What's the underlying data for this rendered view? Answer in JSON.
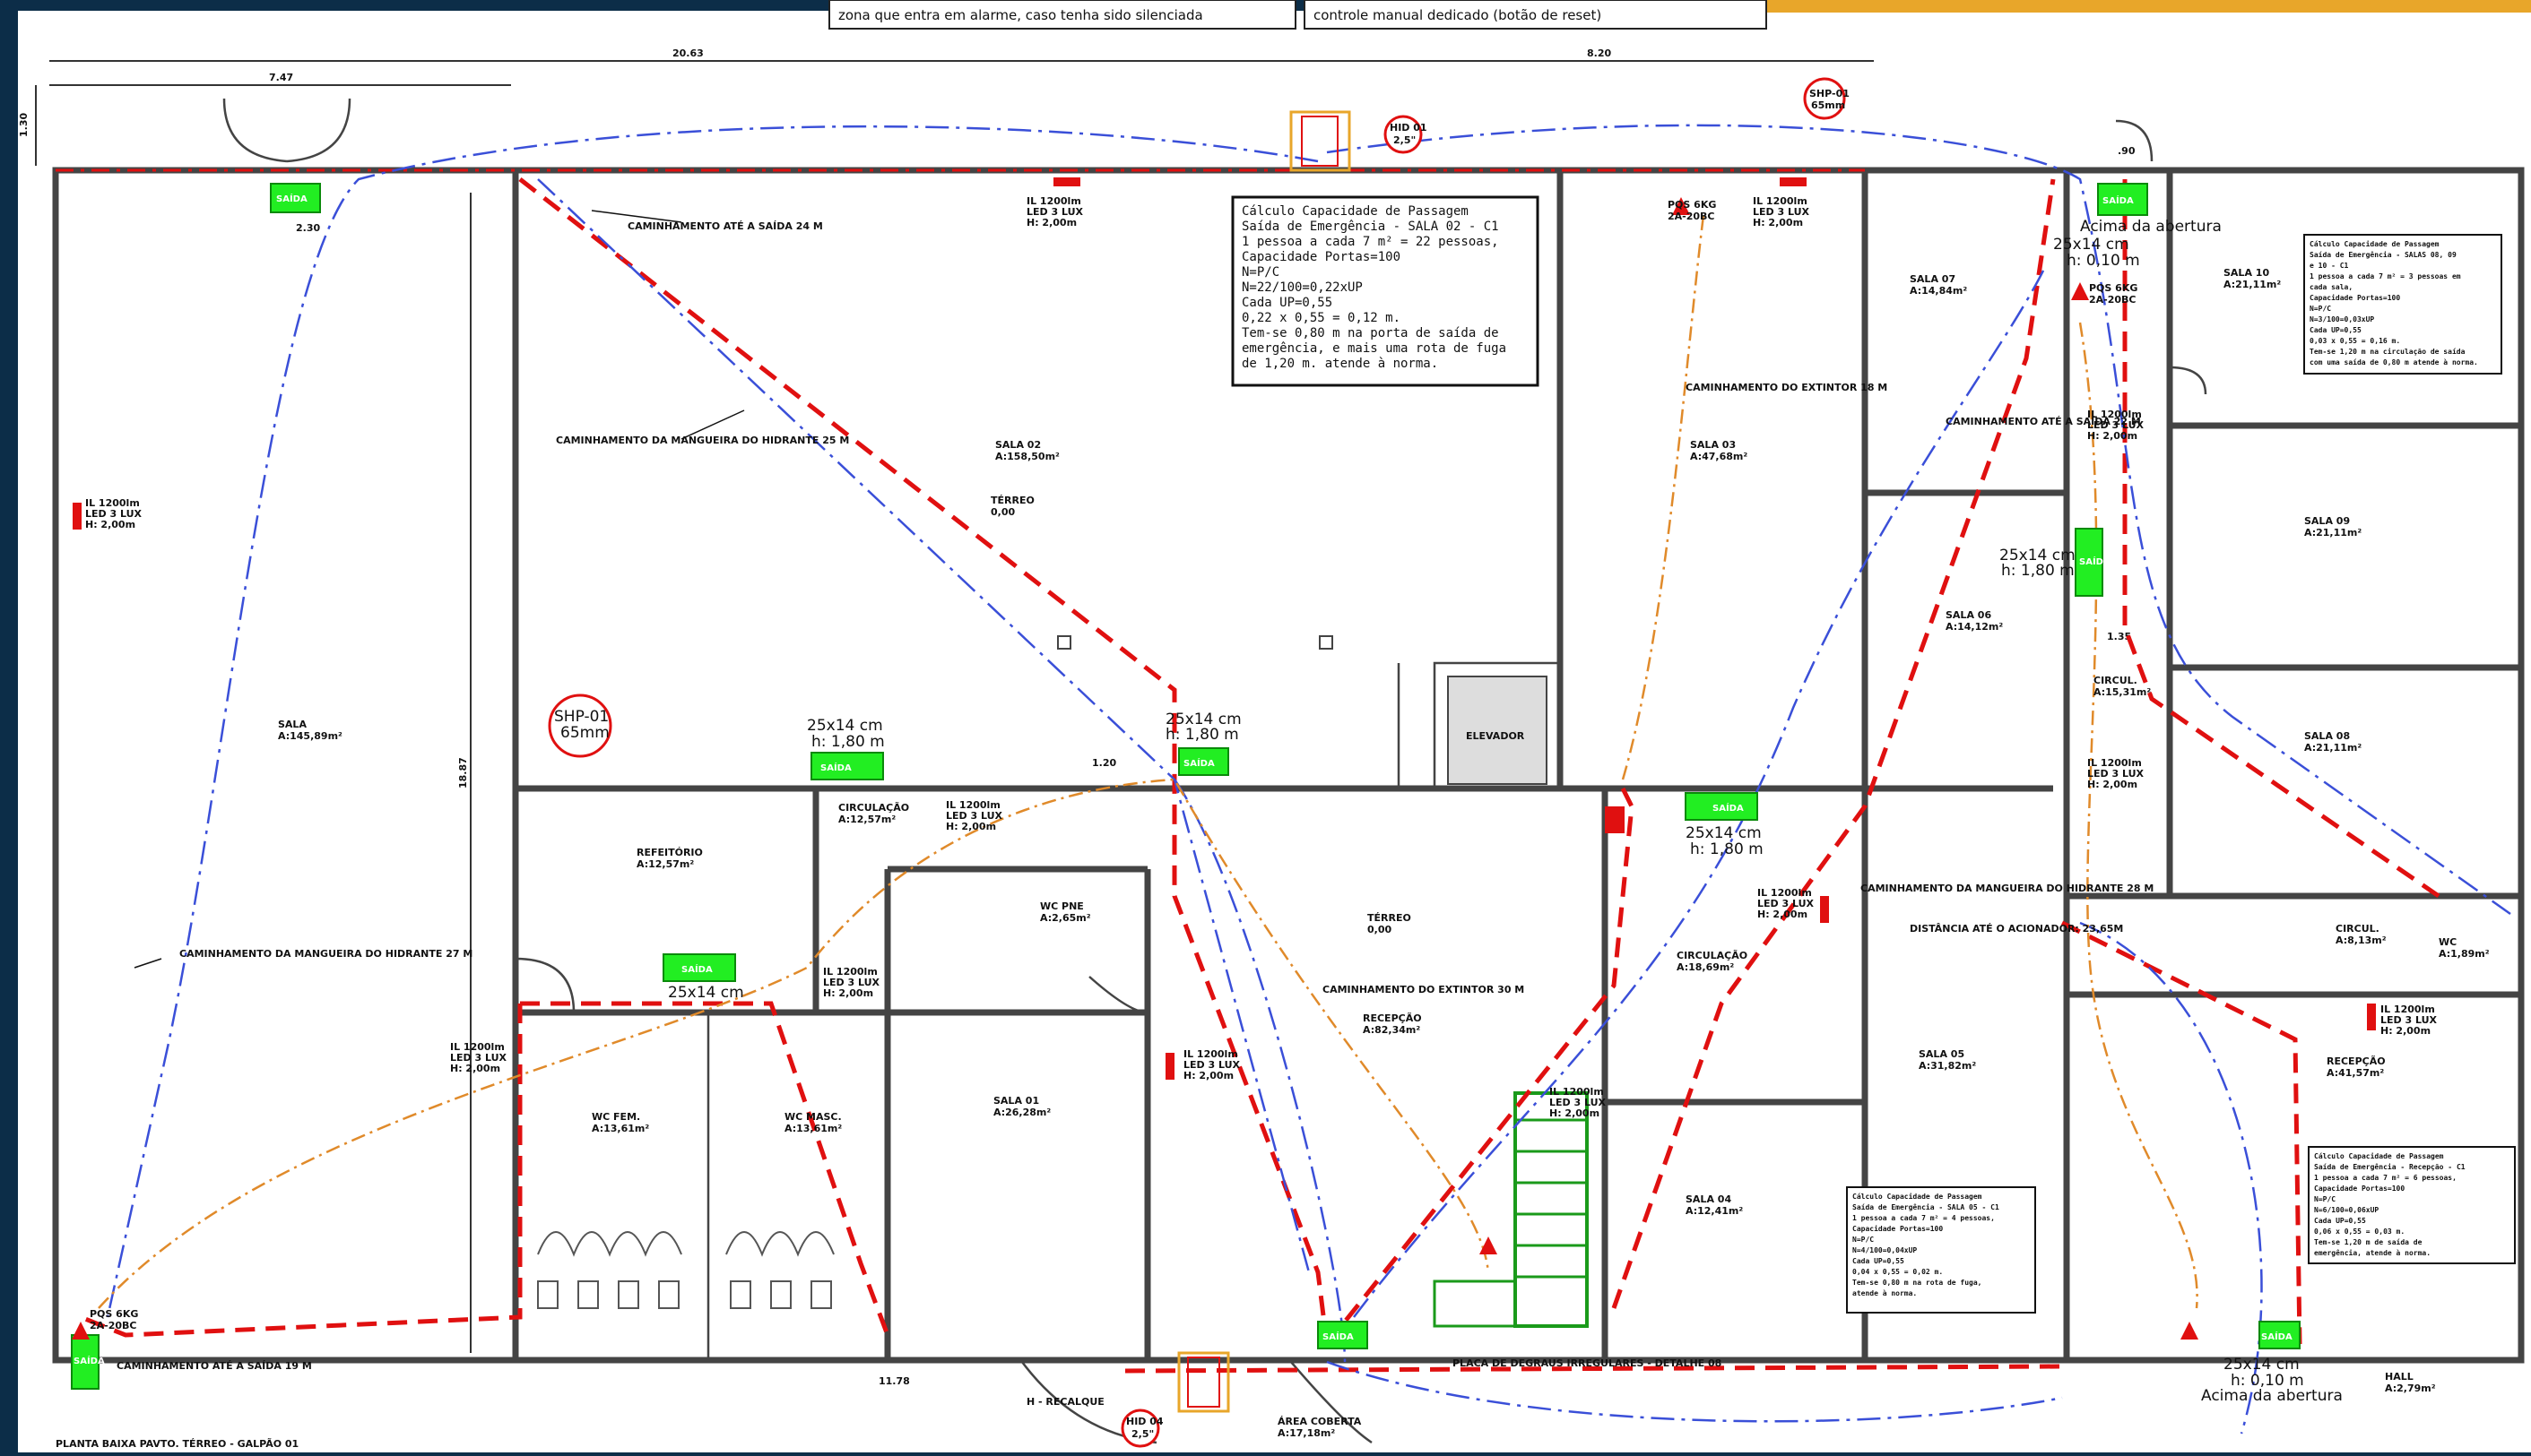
{
  "header": {
    "note_left": "zona que entra em alarme, caso tenha sido silenciada",
    "note_right": "controle manual dedicado (botão de reset)"
  },
  "dimensions": {
    "d1": "7.47",
    "d2": "20.63",
    "d3": "8.20",
    "d4": "1.30",
    "d5": "11.78",
    "d6": "18.87",
    "d7": "2.30",
    "d8": "1.20",
    "d9": ".90",
    "d10": "1.35"
  },
  "rooms": [
    {
      "name": "SALA",
      "area": "A:145,89m²"
    },
    {
      "name": "SALA 02",
      "area": "A:158,50m²"
    },
    {
      "name": "REFEITÓRIO",
      "area": "A:12,57m²"
    },
    {
      "name": "CIRCULAÇÃO",
      "area": "A:12,57m²"
    },
    {
      "name": "WC PNE",
      "area": "A:2,65m²"
    },
    {
      "name": "WC FEM.",
      "area": "A:13,61m²"
    },
    {
      "name": "WC MASC.",
      "area": "A:13,61m²"
    },
    {
      "name": "SALA 01",
      "area": "A:26,28m²"
    },
    {
      "name": "RECEPÇÃO",
      "area": "A:82,34m²"
    },
    {
      "name": "ELEVADOR",
      "area": ""
    },
    {
      "name": "SALA 03",
      "area": "A:47,68m²"
    },
    {
      "name": "CIRCULAÇÃO",
      "area": "A:18,69m²"
    },
    {
      "name": "SALA 04",
      "area": "A:12,41m²"
    },
    {
      "name": "SALA 05",
      "area": "A:31,82m²"
    },
    {
      "name": "SALA 06",
      "area": "A:14,12m²"
    },
    {
      "name": "SALA 07",
      "area": "A:14,84m²"
    },
    {
      "name": "SALA 08",
      "area": "A:21,11m²"
    },
    {
      "name": "SALA 09",
      "area": "A:21,11m²"
    },
    {
      "name": "SALA 10",
      "area": "A:21,11m²"
    },
    {
      "name": "CIRCUL.",
      "area": "A:15,31m²"
    },
    {
      "name": "CIRCUL.",
      "area": "A:8,13m²"
    },
    {
      "name": "WC",
      "area": "A:1,89m²"
    },
    {
      "name": "RECEPÇÃO",
      "area": "A:41,57m²"
    },
    {
      "name": "HALL",
      "area": "A:2,79m²"
    },
    {
      "name": "ÁREA COBERTA",
      "area": "A:17,18m²"
    }
  ],
  "labels": {
    "terreo1": "TÉRREO",
    "terreo1_val": "0,00",
    "terreo2": "TÉRREO",
    "terreo2_val": "0,00",
    "shp1_a": "SHP-01",
    "shp1_b": "65mm",
    "shp2_a": "SHP-01",
    "shp2_b": "65mm",
    "hid1_a": "HID 01",
    "hid1_b": "2,5\"",
    "hid4_a": "HID 04",
    "hid4_b": "2,5\"",
    "lux_a": "IL 1200lm",
    "lux_b": "LED 3 LUX",
    "lux_c": "H: 2,00m",
    "sign_saida": "SAÍDA",
    "sign_dim_a": "25x14 cm",
    "sign_dim_b": "h: 1,80 m",
    "sign_dim_c": "h: 0,10 m",
    "sign_dim_d": "Acima da abertura",
    "pqs": "PQS 6KG",
    "pqs_b": "2A-20BC",
    "cam_saida_24": "CAMINHAMENTO ATÉ A SAÍDA 24 M",
    "cam_mang_25": "CAMINHAMENTO DA MANGUEIRA DO HIDRANTE 25 M",
    "cam_mang_27": "CAMINHAMENTO DA MANGUEIRA DO HIDRANTE 27 M",
    "cam_saida_19": "CAMINHAMENTO ATÉ A SAÍDA 19 M",
    "cam_ext_18": "CAMINHAMENTO DO EXTINTOR 18 M",
    "cam_ext_30": "CAMINHAMENTO DO EXTINTOR 30 M",
    "cam_saida_22": "CAMINHAMENTO ATÉ A SAÍDA 22 M",
    "cam_mang_28": "CAMINHAMENTO DA MANGUEIRA DO HIDRANTE 28 M",
    "distancia": "DISTÂNCIA ATÉ O ACIONADOR: 23,65M",
    "recalque": "H - RECALQUE",
    "placa": "PLACA DE DEGRAUS IRREGULARES - DETALHE 08",
    "planta": "PLANTA BAIXA PAVTO. TÉRREO - GALPÃO 01"
  },
  "calc_main": [
    "Cálculo Capacidade de Passagem",
    "Saída de Emergência - SALA 02 - C1",
    "1 pessoa a cada 7 m² = 22 pessoas,",
    "Capacidade Portas=100",
    "N=P/C",
    "N=22/100=0,22xUP",
    "Cada UP=0,55",
    "0,22 x 0,55 = 0,12 m.",
    "Tem-se 0,80 m na porta de saída de",
    "emergência, e mais uma rota de fuga",
    "de 1,20 m. atende à norma."
  ],
  "calc_right_top": [
    "Cálculo Capacidade de Passagem",
    "Saída de Emergência - SALAS 08, 09",
    "e 10 - C1",
    "1 pessoa a cada 7 m² = 3 pessoas em",
    "cada sala,",
    "Capacidade Portas=100",
    "N=P/C",
    "N=3/100=0,03xUP",
    "Cada UP=0,55",
    "0,03 x 0,55 = 0,16 m.",
    "Tem-se 1,20 m na circulação de saída",
    "com uma saída de 0,80 m atende à norma."
  ],
  "calc_sala05": [
    "Cálculo Capacidade de Passagem",
    "Saída de Emergência - SALA 05 - C1",
    "1 pessoa a cada 7 m² = 4 pessoas,",
    "Capacidade Portas=100",
    "N=P/C",
    "N=4/100=0,04xUP",
    "Cada UP=0,55",
    "0,04 x 0,55 = 0,02 m.",
    "Tem-se 0,80 m na rota de fuga,",
    "atende à norma."
  ],
  "calc_recepcao": [
    "Cálculo Capacidade de Passagem",
    "Saída de Emergência - Recepção - C1",
    "1 pessoa a cada 7 m² = 6 pessoas,",
    "Capacidade Portas=100",
    "N=P/C",
    "N=6/100=0,06xUP",
    "Cada UP=0,55",
    "0,06 x 0,55 = 0,03 m.",
    "Tem-se 1,20 m de saída de",
    "emergência, atende à norma."
  ],
  "colors": {
    "route": "#e01010",
    "hose": "#3a4fd8",
    "extinguisher": "#e08a2a",
    "sign": "#22ee22",
    "wall": "#444444",
    "frame": "#0c2d48",
    "accent": "#e8a62a"
  }
}
